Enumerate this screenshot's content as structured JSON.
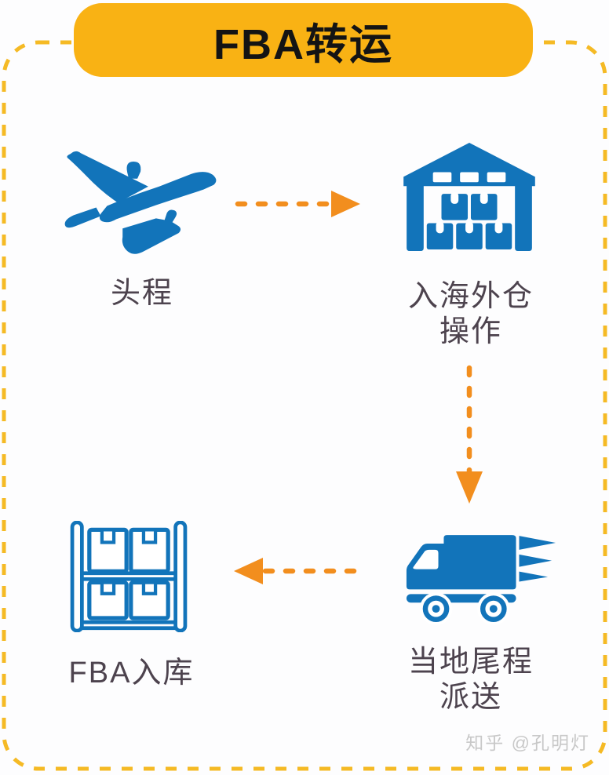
{
  "theme": {
    "header_bg": "#F9B214",
    "header_text_color": "#141414",
    "icon_color": "#1274BA",
    "arrow_color": "#F28E1E",
    "border_color": "#F5BA25",
    "label_color": "#4D434E",
    "watermark_color": "#C8C8C8"
  },
  "header": {
    "title": "FBA转运"
  },
  "flow": {
    "nodes": [
      {
        "id": "first-leg",
        "icon": "airplane-icon",
        "label_lines": [
          "头程"
        ]
      },
      {
        "id": "overseas-warehouse-ops",
        "icon": "warehouse-icon",
        "label_lines": [
          "入海外仓",
          "操作"
        ]
      },
      {
        "id": "local-last-mile-delivery",
        "icon": "delivery-van-icon",
        "label_lines": [
          "当地尾程",
          "派送"
        ]
      },
      {
        "id": "fba-inbound",
        "icon": "storage-rack-icon",
        "label_lines": [
          "FBA入库"
        ]
      }
    ],
    "arrows": [
      {
        "from": "first-leg",
        "to": "overseas-warehouse-ops",
        "direction": "right"
      },
      {
        "from": "overseas-warehouse-ops",
        "to": "local-last-mile-delivery",
        "direction": "down"
      },
      {
        "from": "local-last-mile-delivery",
        "to": "fba-inbound",
        "direction": "left"
      }
    ]
  },
  "watermark": {
    "text": "知乎 @孔明灯"
  }
}
